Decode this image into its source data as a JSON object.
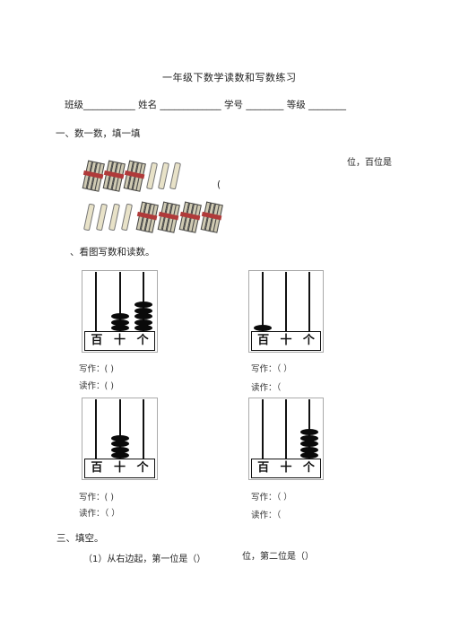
{
  "header": {
    "title": "一年级下数学读数和写数练习",
    "info_line": "班级___________ 姓名 _____________ 学号 ________ 等级 ________"
  },
  "section1": {
    "heading": "一、数一数，填一填",
    "side_note": "位，百位是",
    "paren": "(",
    "bundles_row1": 3,
    "singles_row1": 3,
    "singles_row2": 4,
    "bundles_row2": 4
  },
  "section2": {
    "heading": "、看图写数和读数。",
    "place_labels": [
      "百",
      "十",
      "个"
    ],
    "abaci": [
      {
        "beads": [
          0,
          3,
          5
        ],
        "write": "写作：(        )",
        "read": "读作：(        )"
      },
      {
        "beads": [
          1,
          0,
          0
        ],
        "write": "写作：（      ）",
        "read": "读作：（"
      },
      {
        "beads": [
          0,
          4,
          0
        ],
        "write": "写作：(        )",
        "read": "读作：（      ）"
      },
      {
        "beads": [
          0,
          0,
          5
        ],
        "write": "写作：（      ）",
        "read": "读作：（"
      }
    ]
  },
  "section3": {
    "heading": "三、填空。",
    "q1_left": "（1）从右边起，第一位是（）",
    "q1_right": "位，第二位是（）"
  }
}
